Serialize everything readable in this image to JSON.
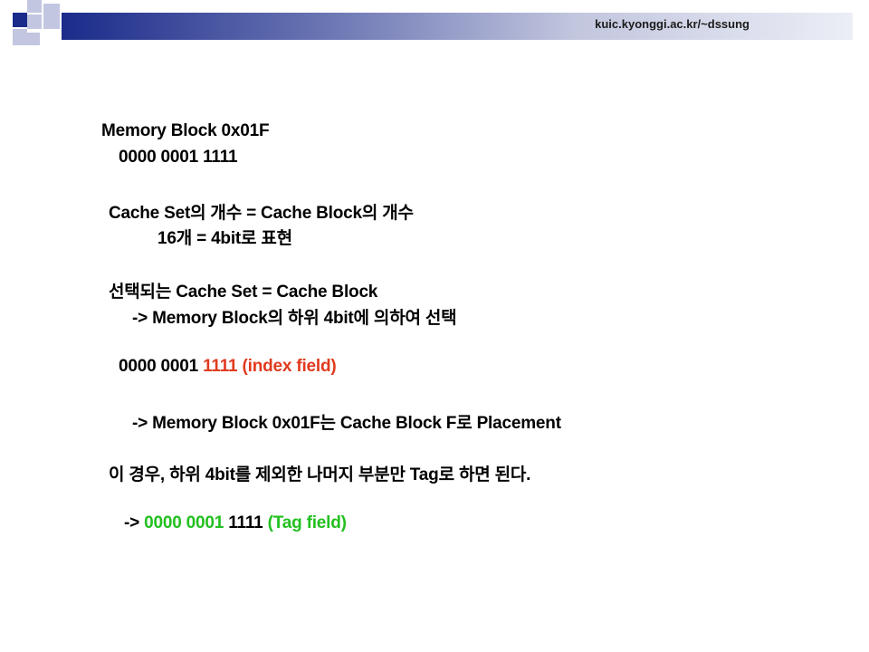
{
  "header": {
    "url": "kuic.kyonggi.ac.kr/~dssung"
  },
  "colors": {
    "banner_dark": "#1a2b8a",
    "squares": "#c2c6e0",
    "highlight_red": "#e03a1e",
    "highlight_green": "#22c01f"
  },
  "content": {
    "line1": "Memory Block 0x01F",
    "line2": "0000 0001 1111",
    "line3": "Cache Set의 개수 = Cache Block의 개수",
    "line4": "16개 = 4bit로 표현",
    "line5": "선택되는 Cache Set = Cache Block",
    "line6": "-> Memory Block의 하위 4bit에 의하여 선택",
    "line7": {
      "prefix": "0000 0001 ",
      "highlight": "1111 (index field)"
    },
    "line8": "-> Memory Block 0x01F는 Cache Block F로 Placement",
    "line9": "이 경우, 하위 4bit를 제외한 나머지 부분만 Tag로 하면 된다.",
    "line10": {
      "prefix": "-> ",
      "highlight_green_a": "0000 0001",
      "middle": " 1111 ",
      "highlight_green_b": "(Tag field)"
    }
  }
}
